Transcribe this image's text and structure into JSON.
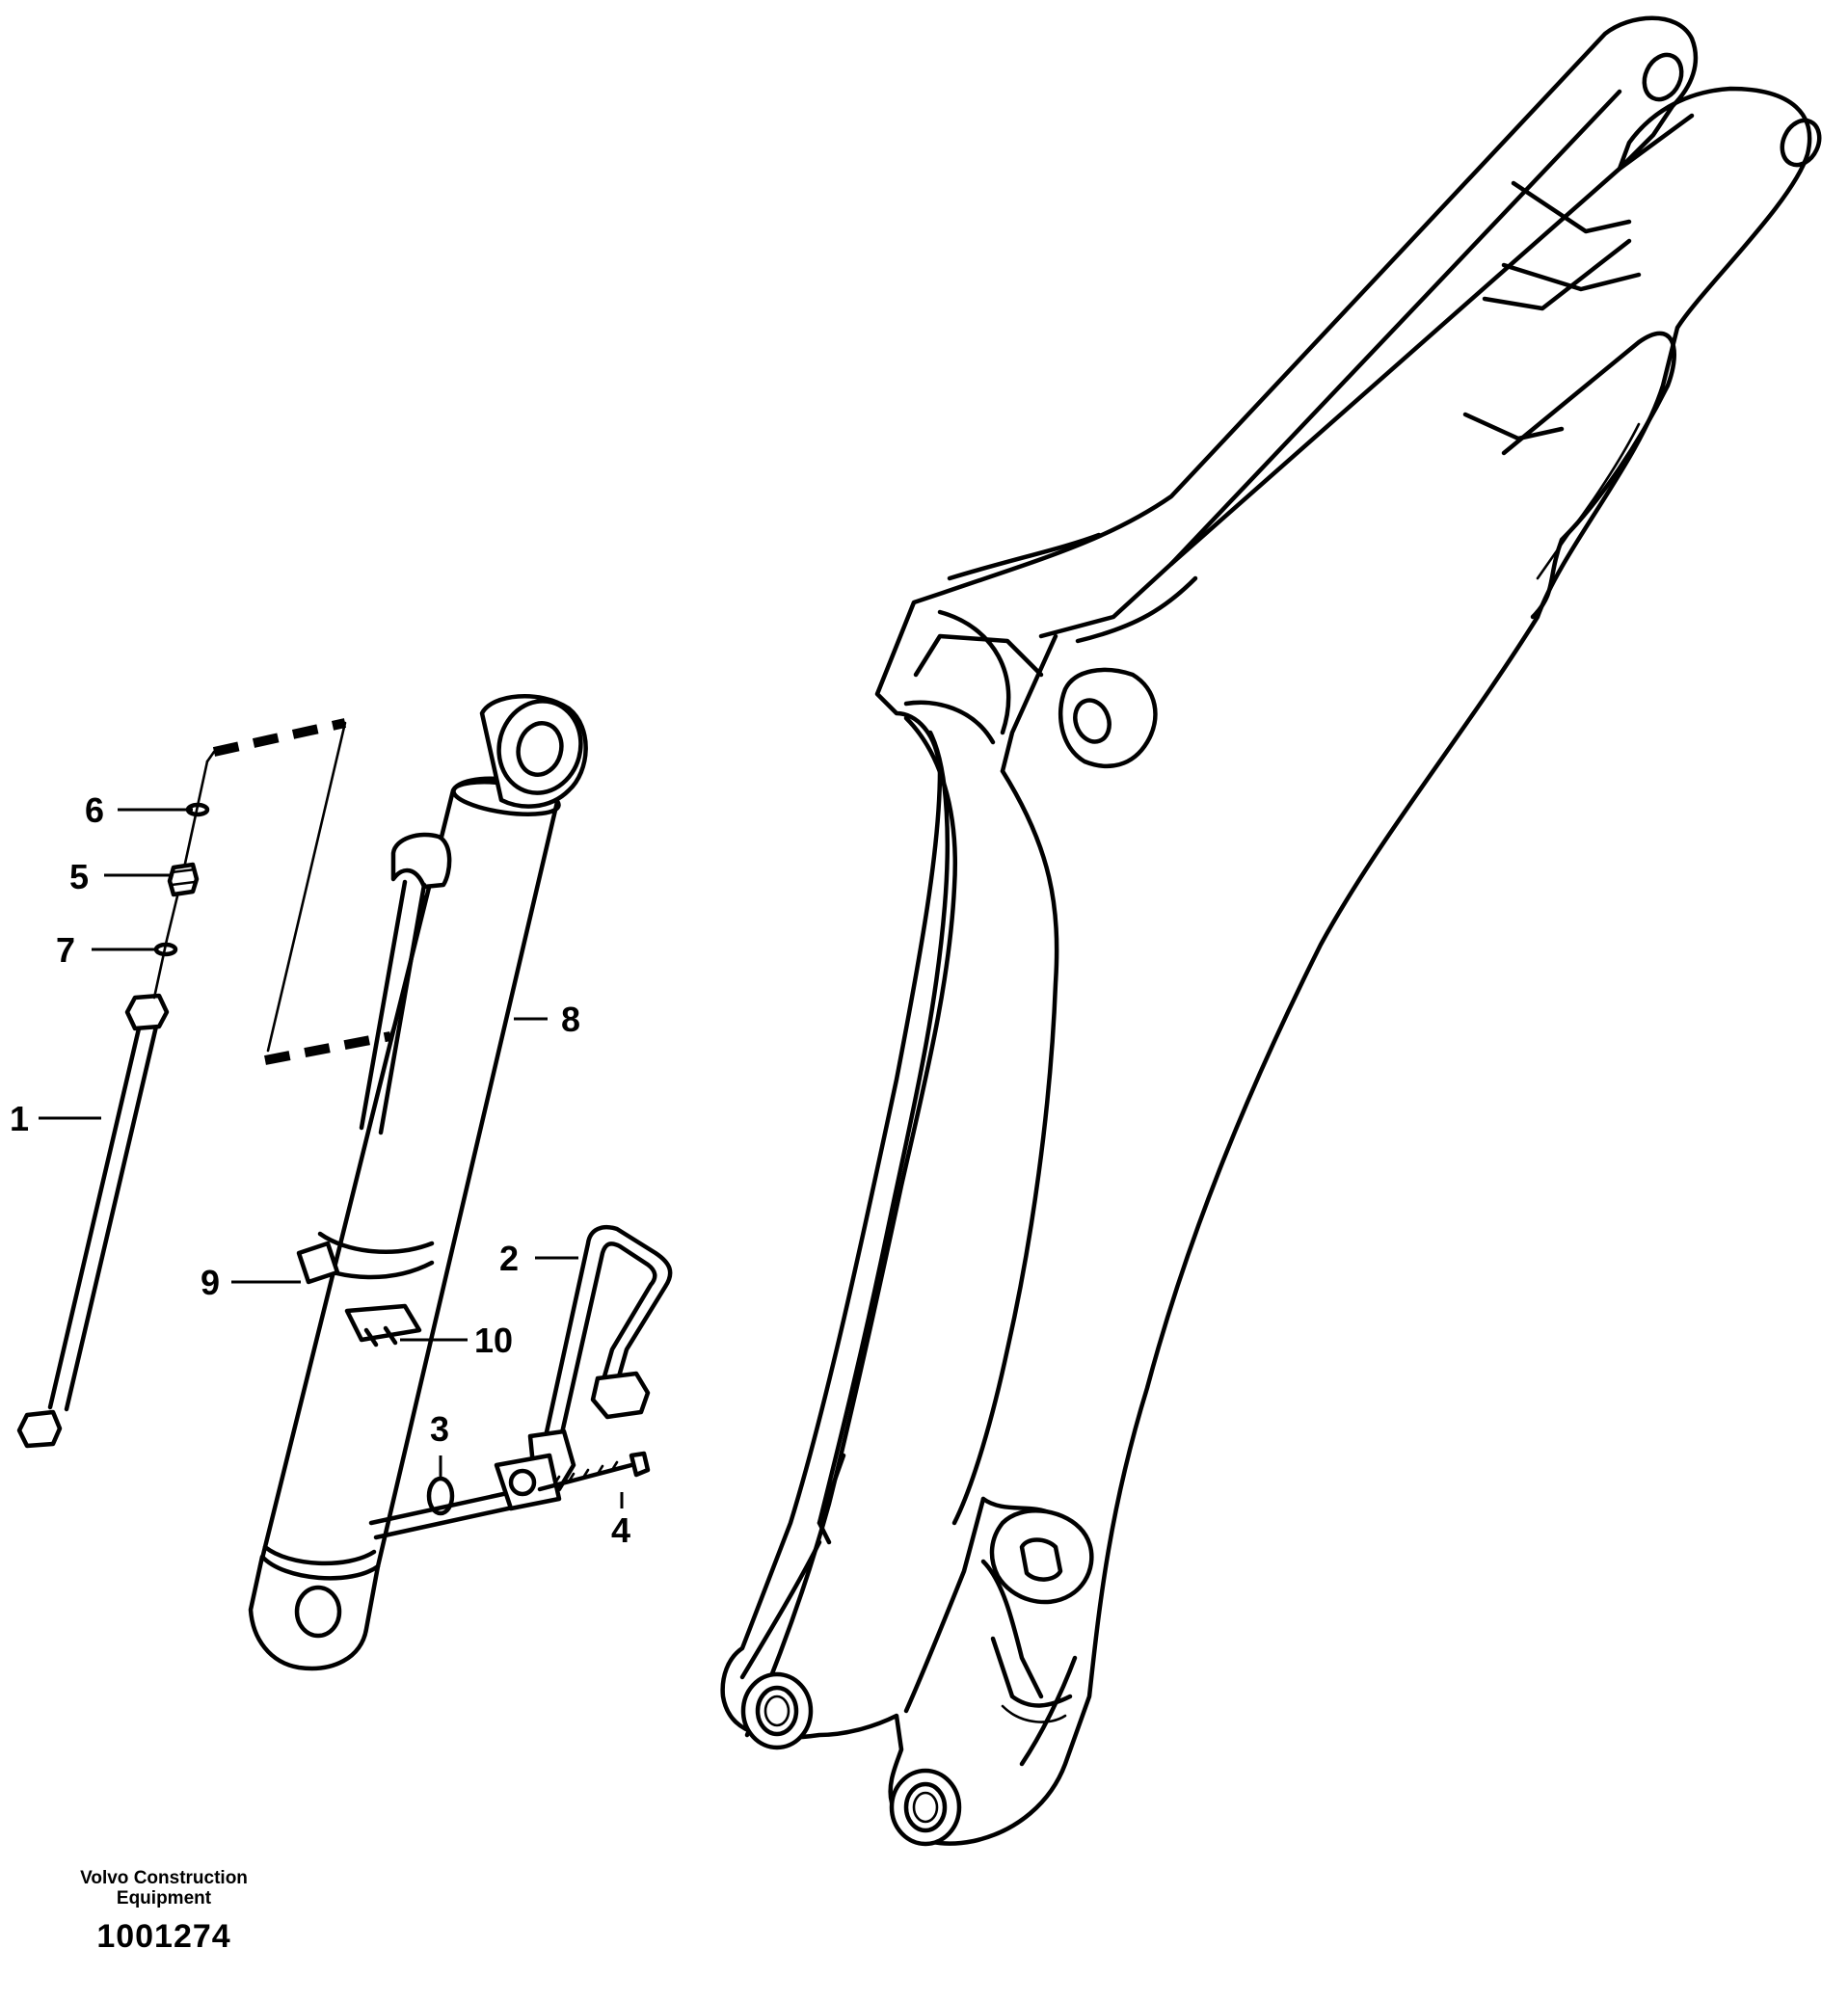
{
  "callouts": [
    {
      "id": "1",
      "text": "1"
    },
    {
      "id": "2",
      "text": "2"
    },
    {
      "id": "3",
      "text": "3"
    },
    {
      "id": "4",
      "text": "4"
    },
    {
      "id": "5",
      "text": "5"
    },
    {
      "id": "6",
      "text": "6"
    },
    {
      "id": "7",
      "text": "7"
    },
    {
      "id": "8",
      "text": "8"
    },
    {
      "id": "9",
      "text": "9"
    },
    {
      "id": "10",
      "text": "10"
    }
  ],
  "footer": {
    "brand_line1": "Volvo Construction",
    "brand_line2": "Equipment",
    "drawing_number": "1001274"
  }
}
